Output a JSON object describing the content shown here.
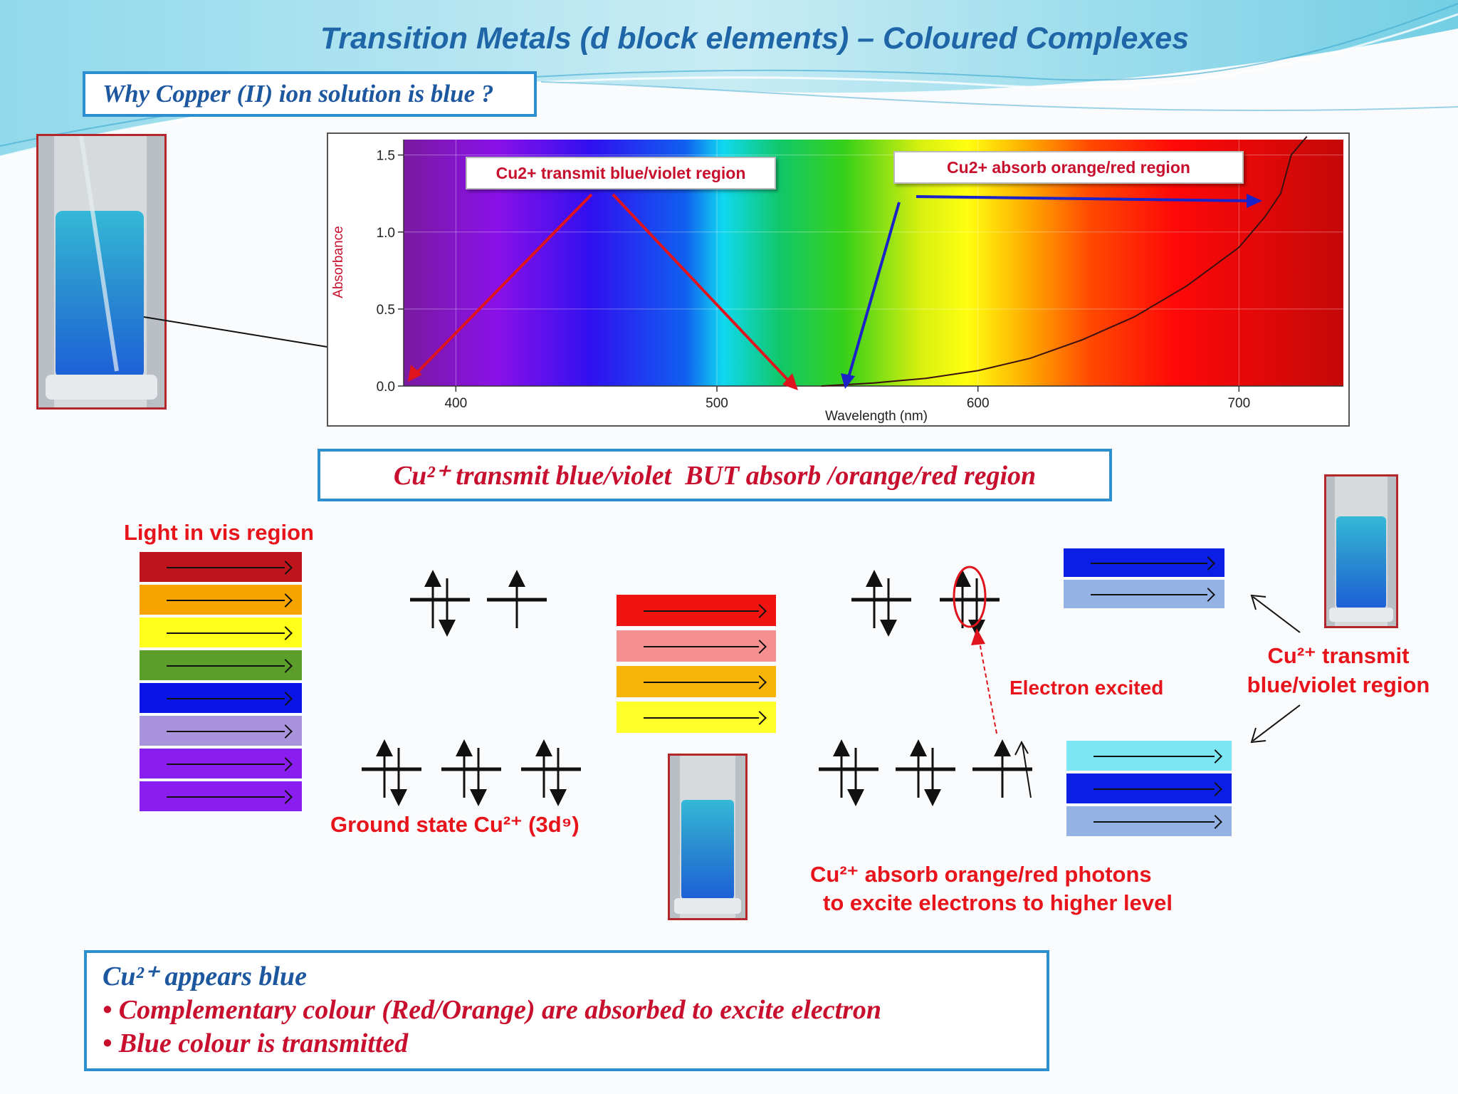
{
  "slide": {
    "title": "Transition Metals (d block elements) – Coloured Complexes",
    "question": "Why Copper (II) ion solution is blue ?",
    "subtitle_html": "Cu²⁺ transmit blue/violet  BUT absorb /orange/red region",
    "light_label": "Light in vis region",
    "ground_state_label": "Ground state Cu²⁺ (3d⁹)",
    "electron_excited_label": "Electron excited",
    "transmit_label_line1": "Cu²⁺ transmit",
    "transmit_label_line2": "blue/violet region",
    "absorb_label_line1": "Cu²⁺ absorb orange/red photons",
    "absorb_label_line2": "to excite electrons to higher level",
    "conclusion_heading": "Cu²⁺ appears blue",
    "conclusion_bullet1": "• Complementary colour (Red/Orange) are absorbed to excite electron",
    "conclusion_bullet2": "• Blue colour is transmitted"
  },
  "chart_data": {
    "type": "line",
    "xlabel": "Wavelength (nm)",
    "ylabel": "Absorbance",
    "xlim": [
      380,
      740
    ],
    "ylim": [
      0,
      1.6
    ],
    "x_ticks": [
      "400",
      "500",
      "600",
      "700"
    ],
    "y_ticks": [
      "0.0",
      "0.5",
      "1.0",
      "1.5"
    ],
    "grid": true,
    "series": [
      {
        "x": [
          540,
          560,
          580,
          600,
          620,
          640,
          660,
          680,
          700,
          710,
          716,
          720,
          726
        ],
        "values": [
          0.0,
          0.02,
          0.05,
          0.1,
          0.18,
          0.3,
          0.45,
          0.65,
          0.9,
          1.1,
          1.25,
          1.5,
          1.62
        ]
      }
    ],
    "annotations": {
      "transmit": "Cu2+ transmit blue/violet region",
      "absorb": "Cu2+ absorb orange/red region"
    }
  },
  "colors": {
    "title_blue": "#1f66a8",
    "accent_red": "#e8141c",
    "box_border": "#2d8fd0"
  },
  "light_bars": [
    "#c0141c",
    "#f7a400",
    "#ffff1a",
    "#5b9e2a",
    "#0a14e6",
    "#a993dd",
    "#8a1ef0",
    "#8a1ef0"
  ],
  "absorbed_bars": [
    "#f01410",
    "#f49090",
    "#f7b50a",
    "#ffff2a"
  ],
  "transmitted_top_bars": [
    "#0a1ee6",
    "#94b2e4"
  ],
  "transmitted_bottom_bars": [
    "#7ce6f4",
    "#0a1ee6",
    "#94b2e4"
  ]
}
